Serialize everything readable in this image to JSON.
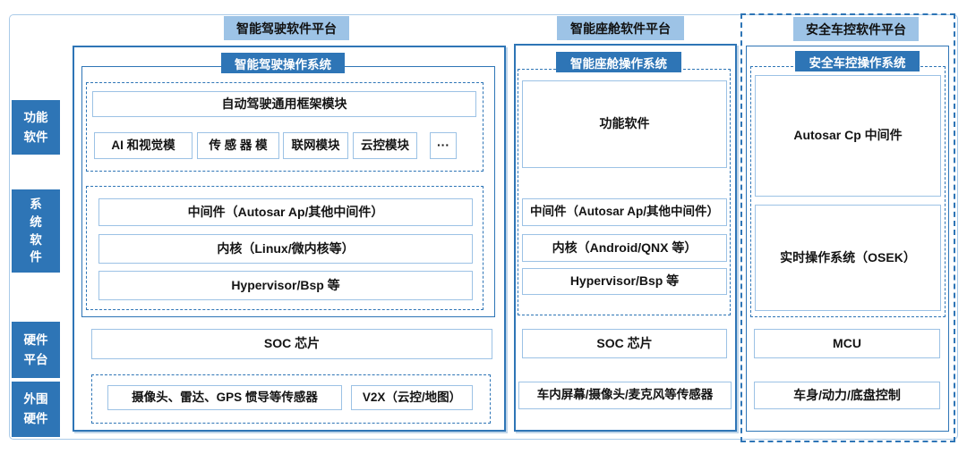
{
  "colors": {
    "light_blue_fill": "#9DC3E6",
    "dark_blue_fill": "#2E75B6",
    "light_box_border": "#9CC2E5",
    "solid_frame_border": "#2E75B6",
    "outer_frame_border": "#AACAE8",
    "text": "#141414"
  },
  "sidebar": {
    "labels": [
      {
        "id": "functional-software",
        "text": "功能\n软件"
      },
      {
        "id": "system-software",
        "text": "系\n统\n软\n件"
      },
      {
        "id": "hardware-platform",
        "text": "硬件\n平台"
      },
      {
        "id": "peripheral-hardware",
        "text": "外围\n硬件"
      }
    ]
  },
  "driving": {
    "platform_title": "智能驾驶软件平台",
    "os_title": "智能驾驶操作系统",
    "framework": "自动驾驶通用框架模块",
    "modules": [
      "AI 和视觉模",
      "传 感 器 模",
      "联网模块",
      "云控模块",
      "···"
    ],
    "middleware": "中间件（Autosar Ap/其他中间件）",
    "kernel": "内核（Linux/微内核等）",
    "hypervisor": "Hypervisor/Bsp 等",
    "soc": "SOC 芯片",
    "sensors": "摄像头、雷达、GPS 惯导等传感器",
    "v2x": "V2X（云控/地图）"
  },
  "cockpit": {
    "platform_title": "智能座舱软件平台",
    "os_title": "智能座舱操作系统",
    "func_software": "功能软件",
    "middleware": "中间件（Autosar Ap/其他中间件）",
    "kernel": "内核（Android/QNX 等）",
    "hypervisor": "Hypervisor/Bsp 等",
    "soc": "SOC 芯片",
    "sensors": "车内屏幕/摄像头/麦克风等传感器"
  },
  "vehicle_control": {
    "platform_title": "安全车控软件平台",
    "os_title": "安全车控操作系统",
    "middleware": "Autosar Cp 中间件",
    "rtos": "实时操作系统（OSEK）",
    "mcu": "MCU",
    "control": "车身/动力/底盘控制"
  }
}
